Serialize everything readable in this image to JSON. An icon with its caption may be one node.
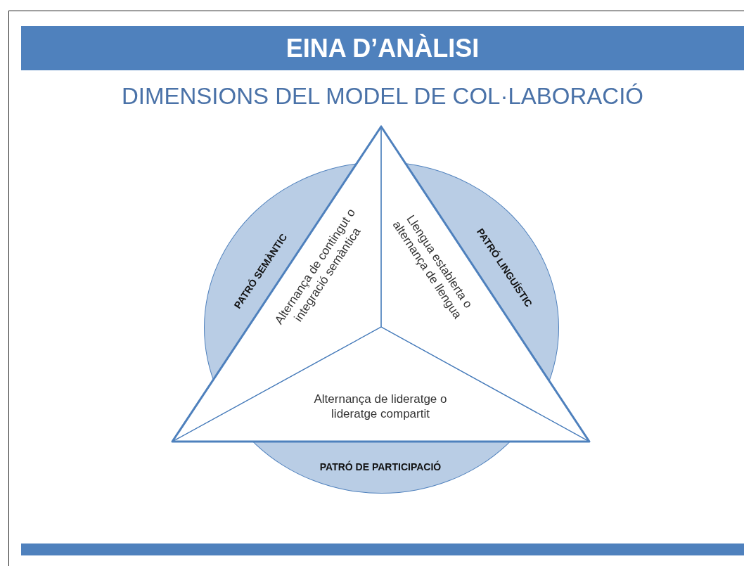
{
  "diagram": {
    "title": "EINA D’ANÀLISI",
    "nodes": [
      {
        "text": [
          "PATRÓ SEMÀNTIC",
          "PATRÓ LINGUÍSTIC",
          "PATRÓ DE PARTICIPACIÓ"
        ]
      },
      {
        "text": [],
        "shape": "triangle"
      },
      {
        "text": [
          "Alternança de contingut o integració semàntica"
        ],
        "in": 1
      },
      {
        "text": [
          "Llengua establerta o alternança de llengua"
        ],
        "in": 1
      },
      {
        "text": [
          "Alternança de lideratge o lideratge compartit"
        ],
        "in": 1
      }
    ],
    "labels": [
      "DIMENSIONS DEL MODEL DE COL·LABORACIÓ"
    ]
  }
}
